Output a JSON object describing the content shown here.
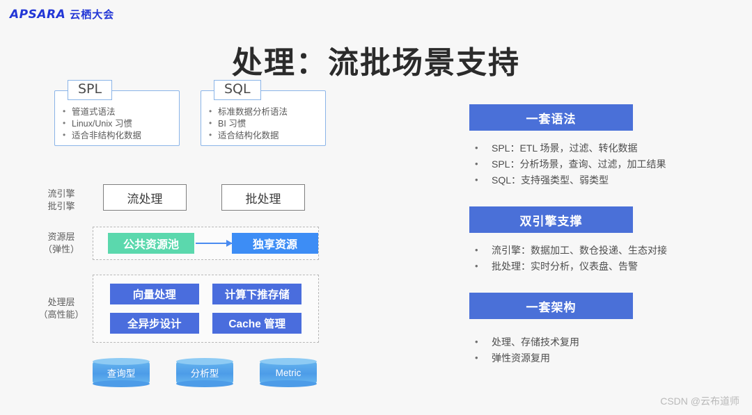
{
  "header": {
    "logo_en": "APSARA",
    "logo_cn": "云栖大会",
    "brand_color": "#2236d6"
  },
  "title": "处理：流批场景支持",
  "left_panel": {
    "language_cards": [
      {
        "tab": "SPL",
        "items": [
          "管道式语法",
          "Linux/Unix 习惯",
          "适合非结构化数据"
        ]
      },
      {
        "tab": "SQL",
        "items": [
          "标准数据分析语法",
          "BI 习惯",
          "适合结构化数据"
        ]
      }
    ],
    "rows": [
      {
        "label_line1": "流引擎",
        "label_line2": "批引擎"
      },
      {
        "label_line1": "资源层",
        "label_line2": "（弹性）"
      },
      {
        "label_line1": "处理层",
        "label_line2": "（高性能）"
      }
    ],
    "engines": [
      "流处理",
      "批处理"
    ],
    "resource_layer": {
      "pool": "公共资源池",
      "pool_color": "#5bd8ad",
      "dedicated": "独享资源",
      "dedicated_color": "#3d8df5"
    },
    "processing_layer": {
      "box_color": "#4a6ddd",
      "items": [
        "向量处理",
        "计算下推存储",
        "全异步设计",
        "Cache 管理"
      ]
    },
    "stores": [
      "查询型",
      "分析型",
      "Metric"
    ]
  },
  "right_panel": {
    "header_color": "#4a70d8",
    "sections": [
      {
        "heading": "一套语法",
        "items": [
          "SPL：ETL 场景，过滤、转化数据",
          "SPL：分析场景，查询、过滤，加工结果",
          "SQL：支持强类型、弱类型"
        ]
      },
      {
        "heading": "双引擎支撑",
        "items": [
          "流引擎：数据加工、数仓投递、生态对接",
          "批处理：实时分析，仪表盘、告警"
        ]
      },
      {
        "heading": "一套架构",
        "items": [
          "处理、存储技术复用",
          "弹性资源复用"
        ]
      }
    ]
  },
  "watermark": "CSDN @云布道师"
}
